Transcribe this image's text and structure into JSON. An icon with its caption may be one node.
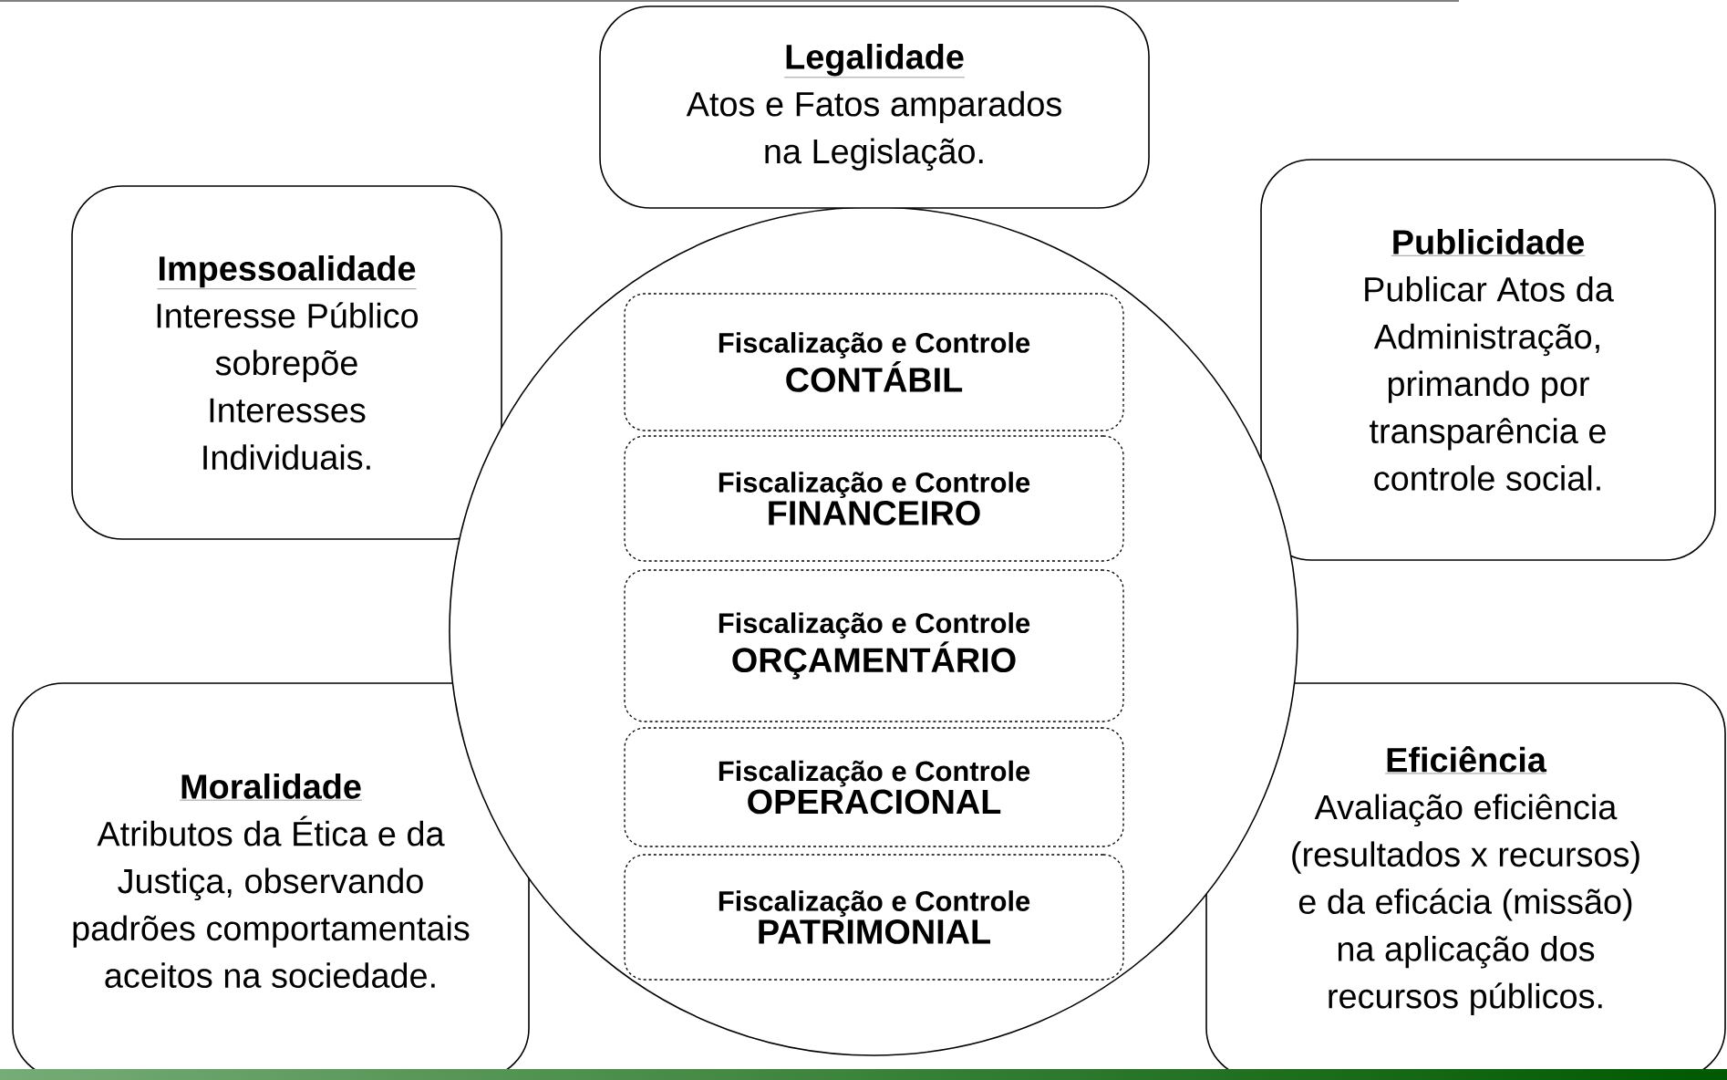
{
  "diagram": {
    "nodes": [
      {
        "text": [
          "Legalidade",
          "Atos e Fatos amparados na Legislação."
        ]
      },
      {
        "text": [
          "Impessoalidade",
          "Interesse Público sobrepõe Interesses Individuais."
        ]
      },
      {
        "text": [
          "Publicidade",
          "Publicar Atos da Administração, primando por transparência e controle social."
        ]
      },
      {
        "text": [],
        "shape": "circle"
      },
      {
        "text": [
          "Fiscalização e Controle",
          "CONTÁBIL"
        ],
        "in": 3
      },
      {
        "text": [
          "Fiscalização e Controle",
          "FINANCEIRO"
        ],
        "in": 3
      },
      {
        "text": [
          "Fiscalização e Controle",
          "ORÇAMENTÁRIO"
        ],
        "in": 3
      },
      {
        "text": [
          "Fiscalização e Controle",
          "OPERACIONAL"
        ],
        "in": 3
      },
      {
        "text": [
          "Fiscalização e Controle",
          "PATRIMONIAL"
        ],
        "in": 3
      },
      {
        "text": [
          "Moralidade",
          "Atributos da Ética e da Justiça, observando padrões comportamentais aceitos na sociedade."
        ]
      },
      {
        "text": [
          "Eficiência",
          "Avaliação eficiência (resultados x recursos) e da eficácia (missão) na aplicação dos recursos públicos."
        ]
      }
    ]
  }
}
